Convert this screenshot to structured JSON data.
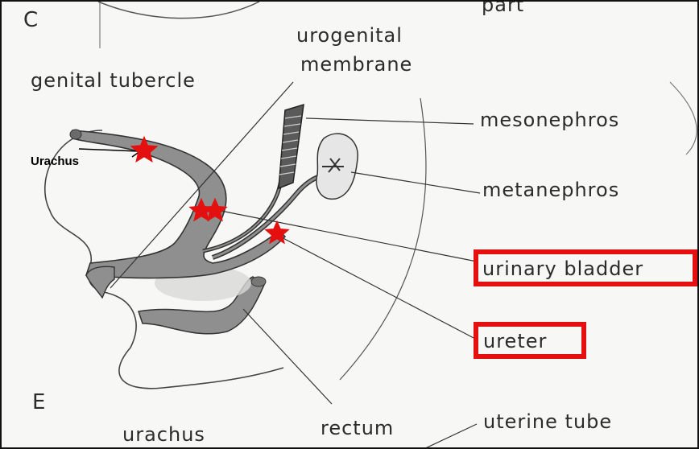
{
  "labels": {
    "panel_c": "C",
    "panel_e": "E",
    "part": "part",
    "genital_tubercle": "genital tubercle",
    "urogenital_1": "urogenital",
    "urogenital_2": "membrane",
    "mesonephros": "mesonephros",
    "metanephros": "metanephros",
    "urinary_bladder": "urinary bladder",
    "ureter": "ureter",
    "urachus_bottom": "urachus",
    "rectum": "rectum",
    "uterine_tube": "uterine tube"
  },
  "annotation": {
    "urachus": "Urachus"
  },
  "colors": {
    "highlight": "#e41010",
    "star": "#e41010",
    "structure": "#8f8f8f",
    "ink": "#2b2b2b"
  },
  "stars": 4,
  "highlighted_labels": [
    "urinary bladder",
    "ureter"
  ]
}
